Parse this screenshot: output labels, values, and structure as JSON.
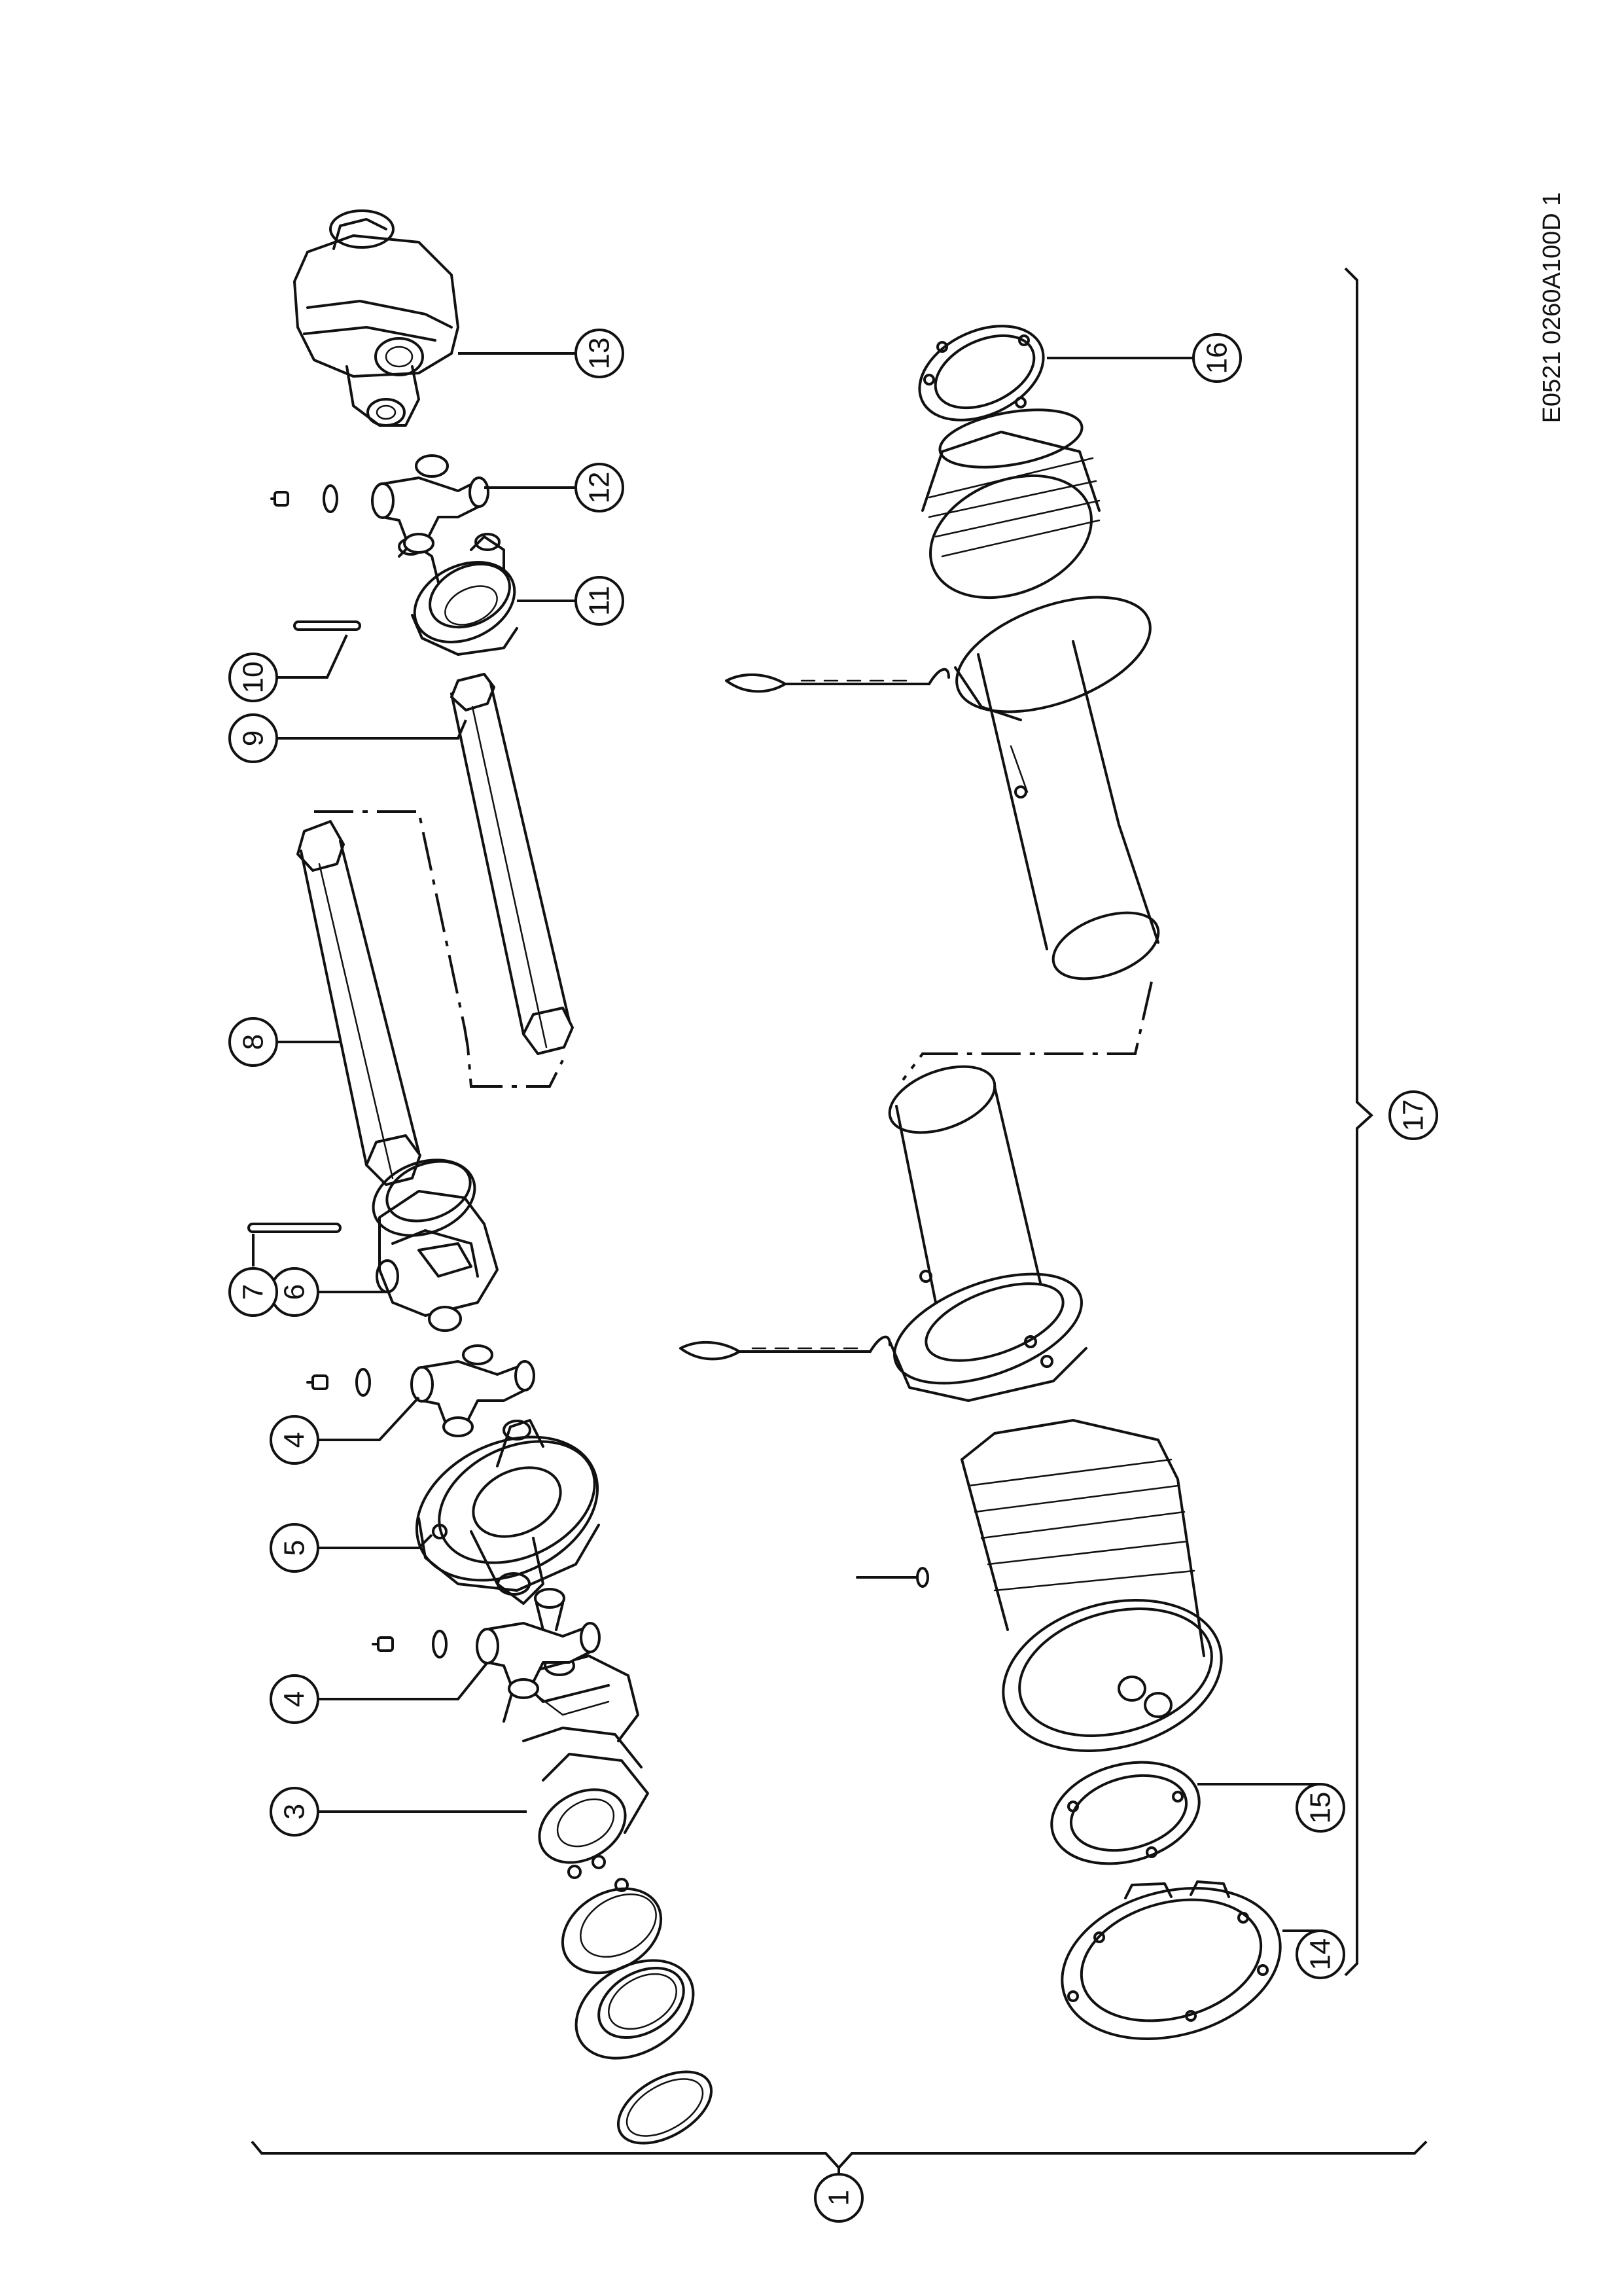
{
  "document": {
    "drawing_code": "E0521 0260A100D 1"
  },
  "callouts": [
    {
      "id": "c1",
      "label": "1"
    },
    {
      "id": "c3",
      "label": "3"
    },
    {
      "id": "c4a",
      "label": "4"
    },
    {
      "id": "c5",
      "label": "5"
    },
    {
      "id": "c4b",
      "label": "4"
    },
    {
      "id": "c6",
      "label": "6"
    },
    {
      "id": "c7",
      "label": "7"
    },
    {
      "id": "c8",
      "label": "8"
    },
    {
      "id": "c9",
      "label": "9"
    },
    {
      "id": "c10",
      "label": "10"
    },
    {
      "id": "c11",
      "label": "11"
    },
    {
      "id": "c12",
      "label": "12"
    },
    {
      "id": "c13",
      "label": "13"
    },
    {
      "id": "c14",
      "label": "14"
    },
    {
      "id": "c15",
      "label": "15"
    },
    {
      "id": "c16",
      "label": "16"
    },
    {
      "id": "c17",
      "label": "17"
    }
  ]
}
